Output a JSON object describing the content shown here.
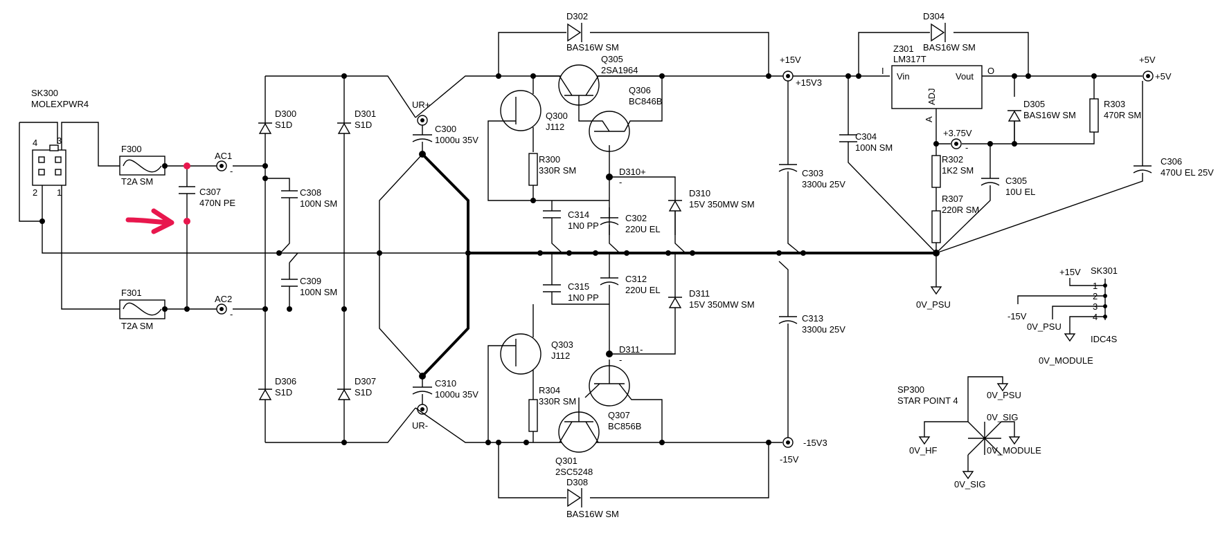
{
  "labels": {
    "sk300": "SK300",
    "sk300_val": "MOLEXPWR4",
    "pin4": "4",
    "pin3": "3",
    "pin2": "2",
    "pin1": "1",
    "f300": "F300",
    "f300_val": "T2A SM",
    "f301": "F301",
    "f301_val": "T2A SM",
    "c307": "C307",
    "c307_val": "470N PE",
    "ac1": "AC1",
    "ac2": "AC2",
    "minus": "-",
    "d300": "D300",
    "d300_val": "S1D",
    "d301": "D301",
    "d301_val": "S1D",
    "d306": "D306",
    "d306_val": "S1D",
    "d307": "D307",
    "d307_val": "S1D",
    "c308": "C308",
    "c308_val": "100N SM",
    "c309": "C309",
    "c309_val": "100N SM",
    "urp": "UR+",
    "urm": "UR-",
    "c300": "C300",
    "c300_val": "1000u 35V",
    "c310": "C310",
    "c310_val": "1000u 35V",
    "d302": "D302",
    "d302_val": "BAS16W SM",
    "d304": "D304",
    "d304_val": "BAS16W SM",
    "d308": "D308",
    "d308_val": "BAS16W SM",
    "q305": "Q305",
    "q305_val": "2SA1964",
    "q306": "Q306",
    "q306_val": "BC846B",
    "q300": "Q300",
    "q300_val": "J112",
    "r300": "R300",
    "r300_val": "330R SM",
    "d310p": "D310+",
    "d310": "D310",
    "d310_val": "15V 350MW SM",
    "c314": "C314",
    "c314_val": "1N0 PP",
    "c302": "C302",
    "c302_val": "220U EL",
    "c315": "C315",
    "c315_val": "1N0 PP",
    "c312": "C312",
    "c312_val": "220U EL",
    "d311": "D311",
    "d311_val": "15V 350MW SM",
    "d311m": "D311-",
    "q303": "Q303",
    "q303_val": "J112",
    "r304": "R304",
    "r304_val": "330R SM",
    "q307": "Q307",
    "q307_val": "BC856B",
    "q301": "Q301",
    "q301_val": "2SC5248",
    "p15v": "+15V",
    "p15v3": "+15V3",
    "m15v3": "-15V3",
    "m15v": "-15V",
    "c303": "C303",
    "c303_val": "3300u 25V",
    "c313": "C313",
    "c313_val": "3300u 25V",
    "z301": "Z301",
    "z301_val": "LM317T",
    "vin": "Vin",
    "vout": "Vout",
    "adj": "ADJ",
    "pin_i": "I",
    "pin_o": "O",
    "pin_a": "A",
    "c304": "C304",
    "c304_val": "100N SM",
    "p375": "+3.75V",
    "r302": "R302",
    "r302_val": "1K2 SM",
    "c305": "C305",
    "c305_val": "10U EL",
    "r307": "R307",
    "r307_val": "220R SM",
    "d305": "D305",
    "d305_val": "BAS16W SM",
    "r303": "R303",
    "r303_val": "470R SM",
    "c306": "C306",
    "c306_val": "470U EL 25V",
    "p5v": "+5V",
    "p5v2": "+5V",
    "ov_psu": "0V_PSU",
    "sk301": "SK301",
    "idc4s": "IDC4S",
    "sk_p15": "+15V",
    "sk_m15": "-15V",
    "sk_0v": "0V_PSU",
    "sk_0vmod": "0V_MODULE",
    "n1": "1",
    "n2": "2",
    "n3": "3",
    "n4": "4",
    "sp300": "SP300",
    "sp300_val": "STAR POINT 4",
    "sp_0vpsu": "0V_PSU",
    "sp_0vsig": "0V_SIG",
    "sp_0vhf": "0V_HF",
    "sp_0vmod": "0V_MODULE",
    "sp_0vsig2": "0V_SIG"
  }
}
